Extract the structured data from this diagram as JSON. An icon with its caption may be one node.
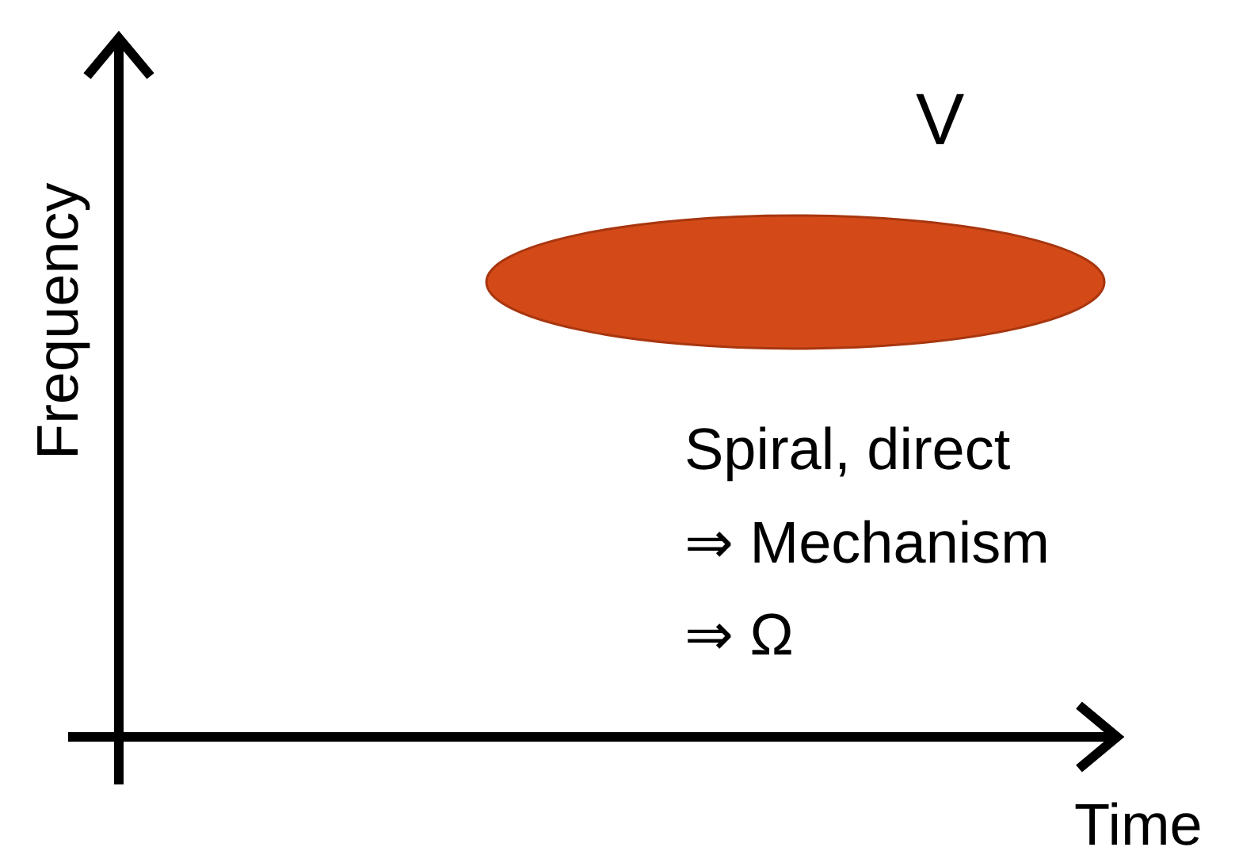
{
  "diagram": {
    "nodes": [
      {
        "text": [],
        "shape": "ellipse",
        "beside": [
          "V"
        ]
      }
    ],
    "labels": [
      "Frequency",
      "Spiral, direct",
      "⇒ Mechanism",
      "⇒ Ω",
      "Time"
    ]
  }
}
